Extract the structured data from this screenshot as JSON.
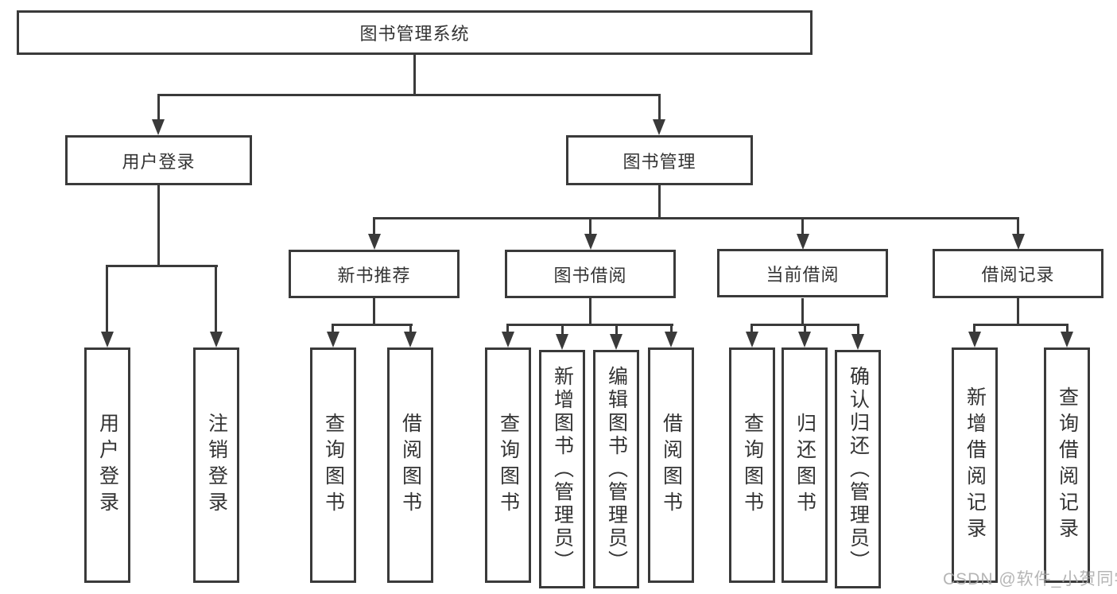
{
  "diagram_type": "hierarchy-tree",
  "colors": {
    "background": "#ffffff",
    "line": "#3a3a3a",
    "box_border": "#3a3a3a",
    "text": "#333333",
    "watermark": "#a8a8a8"
  },
  "tree": {
    "label": "图书管理系统",
    "children": [
      {
        "label": "用户登录",
        "children": [
          {
            "label": "用户登录"
          },
          {
            "label": "注销登录"
          }
        ]
      },
      {
        "label": "图书管理",
        "children": [
          {
            "label": "新书推荐",
            "children": [
              {
                "label": "查询图书"
              },
              {
                "label": "借阅图书"
              }
            ]
          },
          {
            "label": "图书借阅",
            "children": [
              {
                "label": "查询图书"
              },
              {
                "label": "新增图书（管理员）"
              },
              {
                "label": "编辑图书（管理员）"
              },
              {
                "label": "借阅图书"
              }
            ]
          },
          {
            "label": "当前借阅",
            "children": [
              {
                "label": "查询图书"
              },
              {
                "label": "归还图书"
              },
              {
                "label": "确认归还（管理员）"
              }
            ]
          },
          {
            "label": "借阅记录",
            "children": [
              {
                "label": "新增借阅记录"
              },
              {
                "label": "查询借阅记录"
              }
            ]
          }
        ]
      }
    ]
  },
  "watermark": {
    "text": "CSDN @软件_小贺同学"
  }
}
